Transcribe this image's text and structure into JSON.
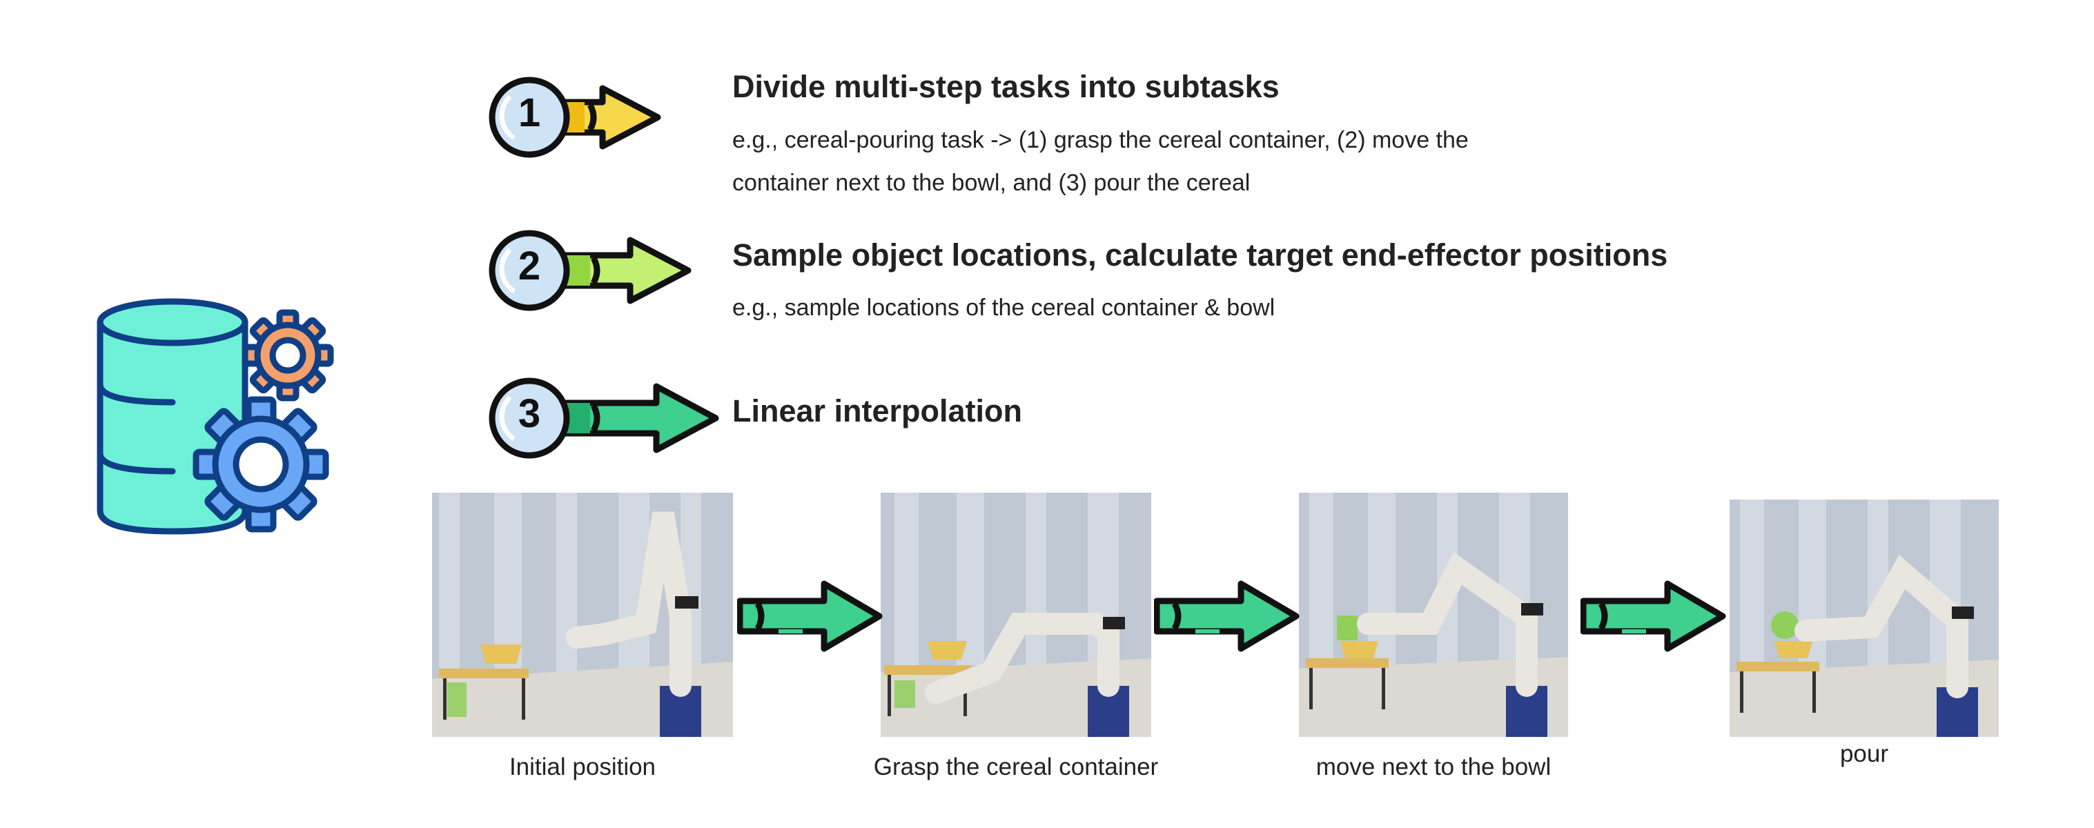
{
  "steps": [
    {
      "number": "1",
      "title": "Divide multi-step tasks into subtasks",
      "desc": "e.g., cereal-pouring task -> (1) grasp the cereal container, (2) move the container next to the bowl, and (3) pour the cereal",
      "arrow_color": "#f7d84a",
      "tail_color": "#f0bc14"
    },
    {
      "number": "2",
      "title": "Sample object locations, calculate target end-effector positions",
      "desc": "e.g., sample locations of the cereal container & bowl",
      "arrow_color": "#c3ef72",
      "tail_color": "#93d640"
    },
    {
      "number": "3",
      "title": "Linear interpolation",
      "desc": "",
      "arrow_color": "#3fcf8e",
      "tail_color": "#23b06f"
    }
  ],
  "frames": [
    {
      "caption": "Initial position"
    },
    {
      "caption": "Grasp the cereal container"
    },
    {
      "caption": "move next to the bowl"
    },
    {
      "caption": "pour"
    }
  ],
  "icons": {
    "database": "database-settings-icon",
    "database_color": "#6ef0d8",
    "gear_small_color": "#f4a06c",
    "gear_large_color": "#69a6f5",
    "outline_color": "#0f3f86"
  }
}
